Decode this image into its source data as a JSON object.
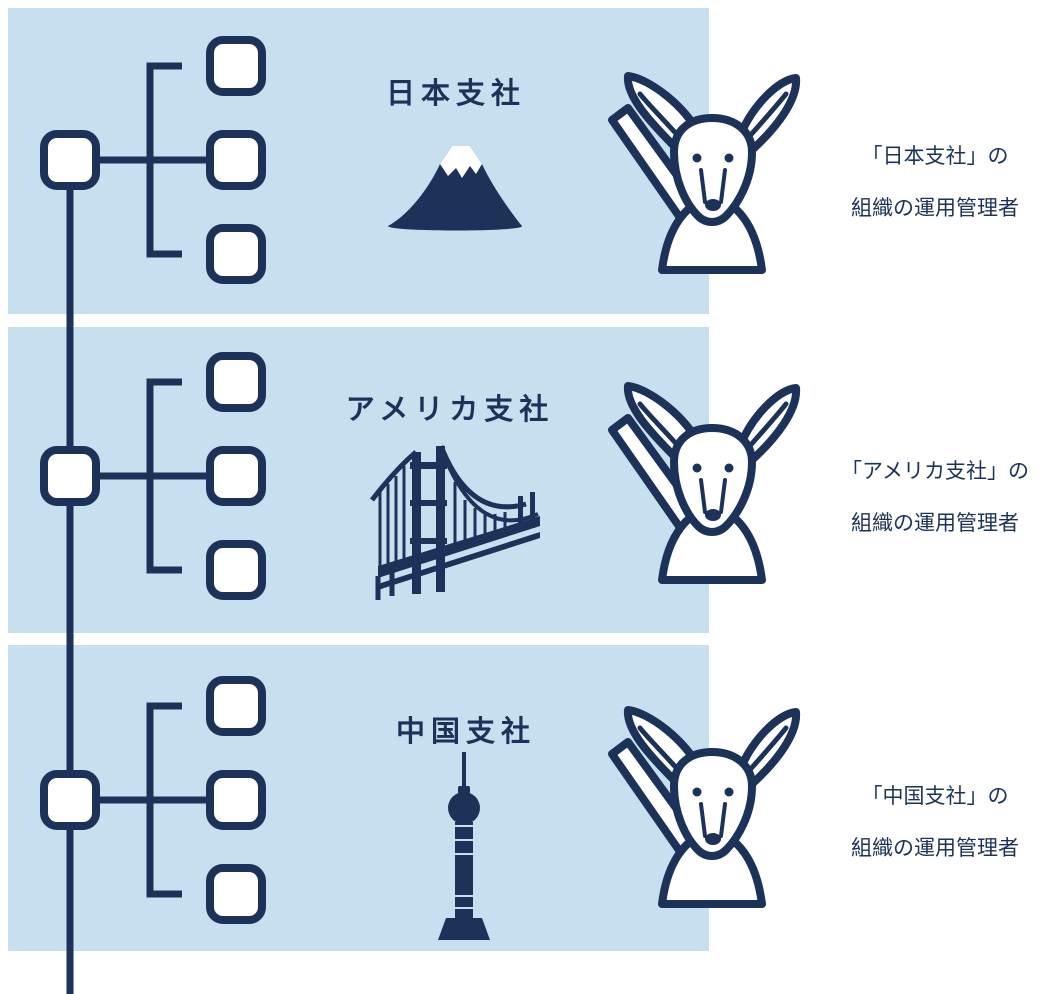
{
  "colors": {
    "navy": "#1c3258",
    "panel": "#c6e0ef",
    "node_fill": "#ffffff",
    "background": "#ffffff"
  },
  "branches": [
    {
      "title": "日本支社",
      "landmark_icon": "mount-fuji-icon",
      "manager_icon": "kangaroo-icon",
      "caption_line1": "「日本支社」の",
      "caption_line2": "組織の運用管理者"
    },
    {
      "title": "アメリカ支社",
      "landmark_icon": "golden-gate-bridge-icon",
      "manager_icon": "kangaroo-icon",
      "caption_line1": "「アメリカ支社」の",
      "caption_line2": "組織の運用管理者"
    },
    {
      "title": "中国支社",
      "landmark_icon": "oriental-pearl-tower-icon",
      "manager_icon": "kangaroo-icon",
      "caption_line1": "「中国支社」の",
      "caption_line2": "組織の運用管理者"
    }
  ]
}
